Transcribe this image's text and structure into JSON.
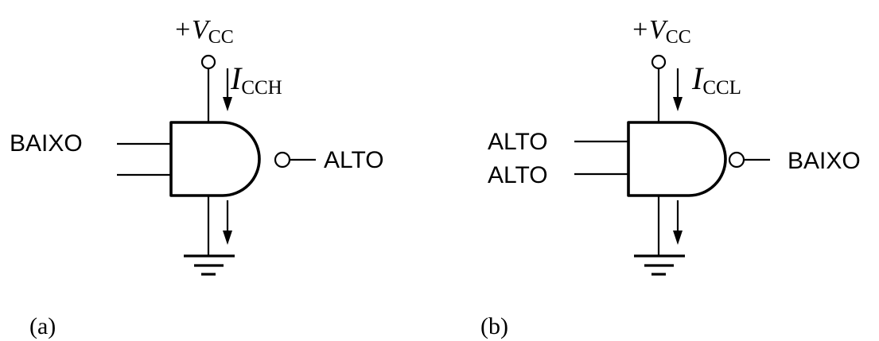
{
  "circuits": [
    {
      "supply_label": "+V",
      "supply_sub": "CC",
      "current_label": "I",
      "current_sub": "CCH",
      "inputs": [
        "BAIXO"
      ],
      "output": "ALTO",
      "caption": "(a)"
    },
    {
      "supply_label": "+V",
      "supply_sub": "CC",
      "current_label": "I",
      "current_sub": "CCL",
      "inputs": [
        "ALTO",
        "ALTO"
      ],
      "output": "BAIXO",
      "caption": "(b)"
    }
  ],
  "gate_type": "nand",
  "colors": {
    "ink": "#000000",
    "background": "#ffffff"
  }
}
